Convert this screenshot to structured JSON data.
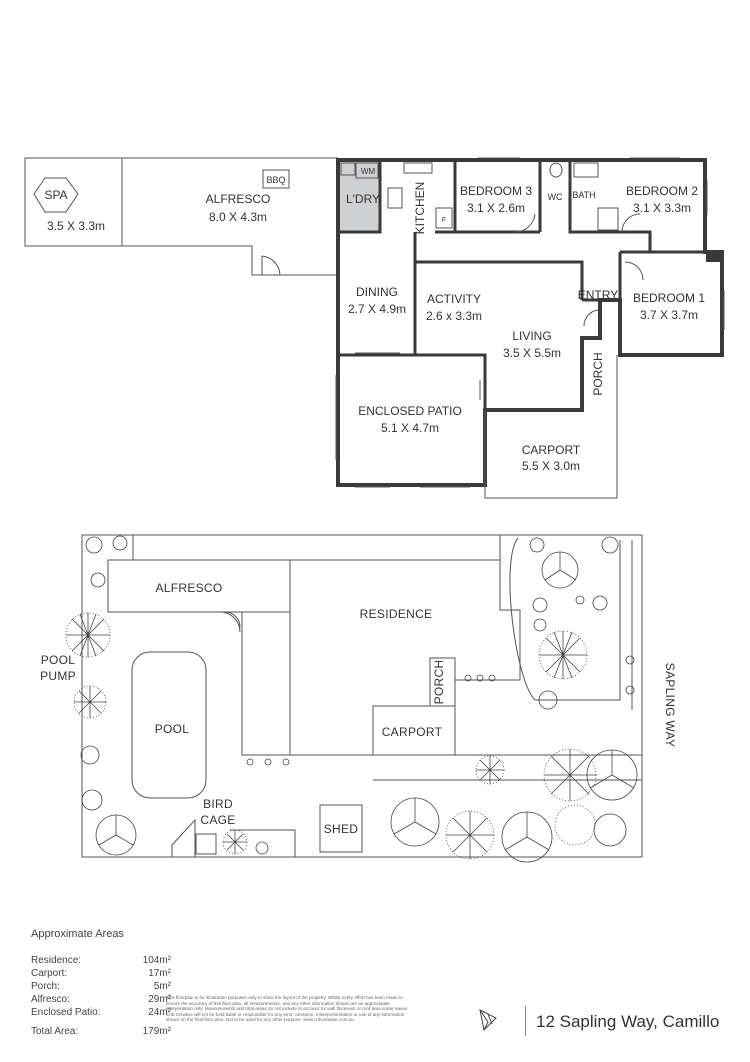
{
  "floor_plan": {
    "rooms": [
      {
        "name": "SPA",
        "dims": "3.5 X 3.3m"
      },
      {
        "name": "ALFRESCO",
        "dims": "8.0 X 4.3m"
      },
      {
        "name": "BBQ"
      },
      {
        "name": "WM"
      },
      {
        "name": "L'DRY"
      },
      {
        "name": "KITCHEN"
      },
      {
        "name": "F"
      },
      {
        "name": "BEDROOM 3",
        "dims": "3.1 X 2.6m"
      },
      {
        "name": "WC"
      },
      {
        "name": "BATH"
      },
      {
        "name": "BEDROOM 2",
        "dims": "3.1 X 3.3m"
      },
      {
        "name": "DINING",
        "dims": "2.7 X 4.9m"
      },
      {
        "name": "ACTIVITY",
        "dims": "2.6 x 3.3m"
      },
      {
        "name": "LIVING",
        "dims": "3.5 X 5.5m"
      },
      {
        "name": "ENTRY"
      },
      {
        "name": "BEDROOM 1",
        "dims": "3.7 X 3.7m"
      },
      {
        "name": "PORCH"
      },
      {
        "name": "ENCLOSED PATIO",
        "dims": "5.1 X 4.7m"
      },
      {
        "name": "CARPORT",
        "dims": "5.5 X 3.0m"
      }
    ]
  },
  "site_plan": {
    "labels": {
      "alfresco": "ALFRESCO",
      "residence": "RESIDENCE",
      "pool_pump_1": "POOL",
      "pool_pump_2": "PUMP",
      "pool": "POOL",
      "porch": "PORCH",
      "carport": "CARPORT",
      "bird_cage_1": "BIRD",
      "bird_cage_2": "CAGE",
      "shed": "SHED",
      "street": "SAPLING WAY"
    }
  },
  "areas": {
    "title": "Approximate Areas",
    "rows": [
      {
        "label": "Residence:",
        "value": "104m²"
      },
      {
        "label": "Carport:",
        "value": "17m²"
      },
      {
        "label": "Porch:",
        "value": "5m²"
      },
      {
        "label": "Alfresco:",
        "value": "29m²"
      },
      {
        "label": "Enclosed Patio:",
        "value": "24m²"
      }
    ],
    "total": {
      "label": "Total Area:",
      "value": "179m²"
    }
  },
  "disclaimer": "This floorplan is for illustration purposes only to show the layout of the property. Whilst every effort has been made to ensure the accuracy of this floor plan, all measurements, and any other information shown are an approximate interpretation only. Measurements and total areas do not include or account for wall thickness or roof area under eaves. Crib Creative will not be held liable or responsible for any error, omission, misrepresentation or use of any information shown on the final floor plan. Not to be used for any other purpose. www.cribcreative.com.au",
  "address": "12 Sapling Way, Camillo"
}
